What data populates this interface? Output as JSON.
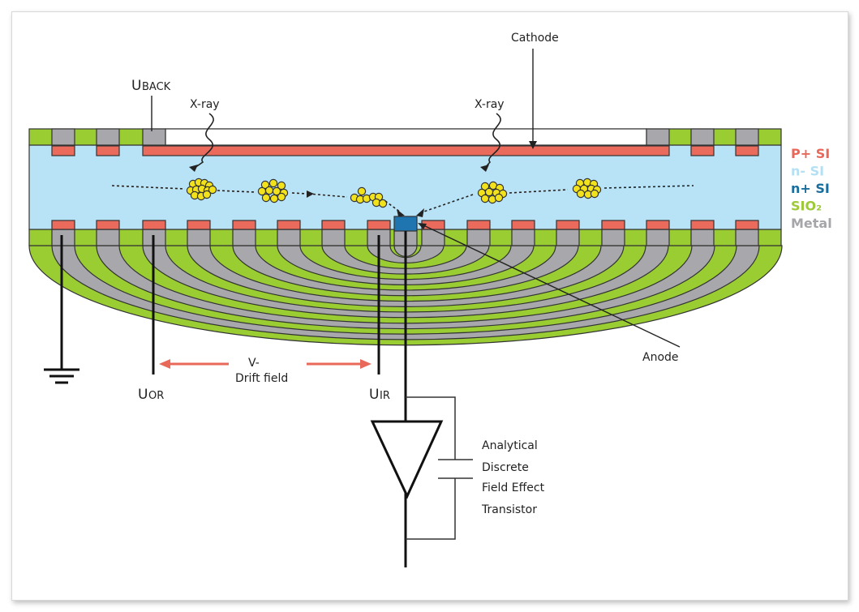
{
  "labels": {
    "cathode": "Cathode",
    "uback_u": "U",
    "uback_sub": "BACK",
    "xray_left": "X-ray",
    "xray_right": "X-ray",
    "anode": "Anode",
    "drift_v": "V-",
    "drift_field": "Drift field",
    "uor_u": "U",
    "uor_sub": "OR",
    "uir_u": "U",
    "uir_sub": "IR",
    "transistor_lines": [
      "Analytical",
      "Discrete",
      "Field Effect",
      "Transistor"
    ]
  },
  "legend": [
    {
      "label": "P+ SI",
      "color": "#e8685a"
    },
    {
      "label": "n- SI",
      "color": "#b5e0f4"
    },
    {
      "label": "n+ SI",
      "color": "#1a6e9e"
    },
    {
      "label": "SIO₂",
      "color": "#9dc93a"
    },
    {
      "label": "Metal",
      "color": "#a6a6aa"
    }
  ],
  "colors": {
    "p_plus": "#ea6a5c",
    "n_minus": "#b8e3f6",
    "n_plus": "#1f75b0",
    "sio2": "#9acd32",
    "metal": "#a8a8ac",
    "electron": "#f2e21c",
    "drift_arrow": "#e8685a"
  }
}
